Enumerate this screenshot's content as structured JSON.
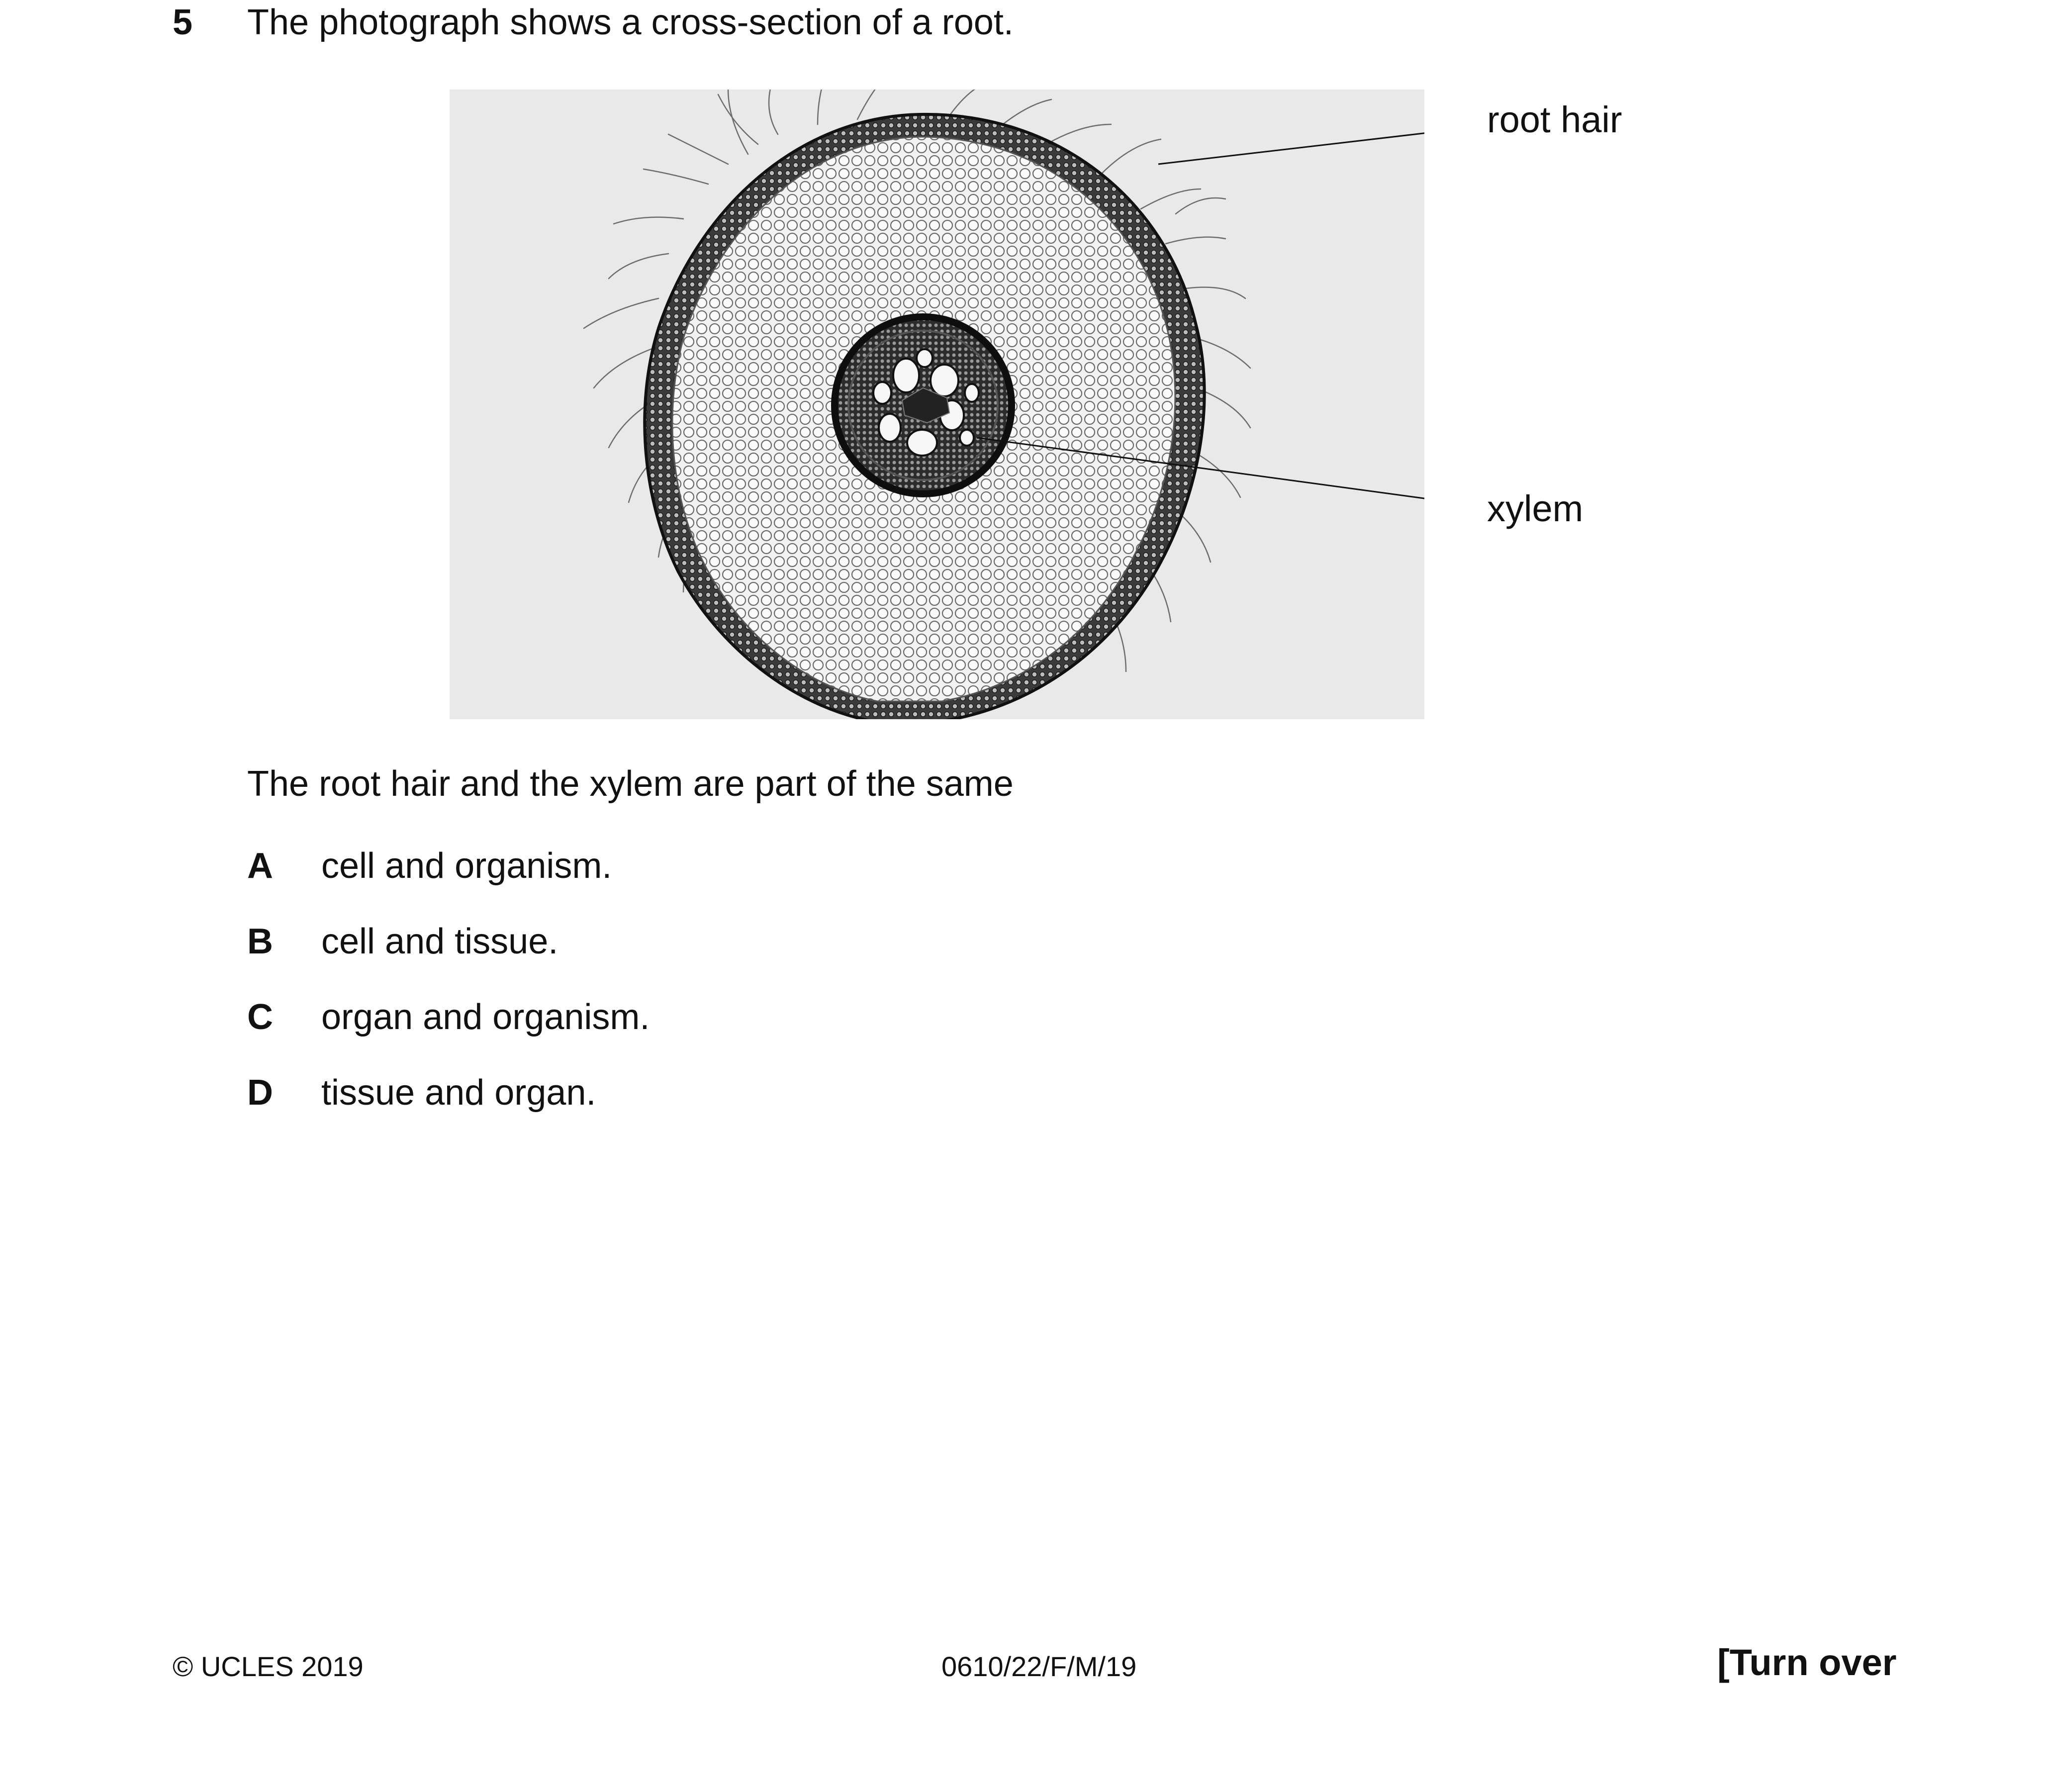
{
  "question": {
    "number": "5",
    "stem": "The photograph shows a cross-section of a root."
  },
  "figure": {
    "labels": {
      "root_hair": "root hair",
      "xylem": "xylem"
    }
  },
  "prompt": "The root hair and the xylem are part of the same",
  "options": [
    {
      "letter": "A",
      "text": "cell and organism."
    },
    {
      "letter": "B",
      "text": "cell and tissue."
    },
    {
      "letter": "C",
      "text": "organ and organism."
    },
    {
      "letter": "D",
      "text": "tissue and organ."
    }
  ],
  "footer": {
    "copyright": "© UCLES 2019",
    "code": "0610/22/F/M/19",
    "turn_over": "[Turn over"
  }
}
